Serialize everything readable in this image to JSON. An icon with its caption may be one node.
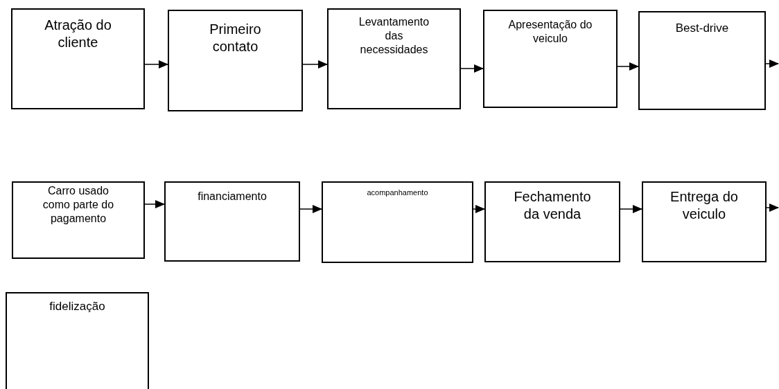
{
  "diagram": {
    "nodes": [
      {
        "text": [
          "Atração do cliente"
        ]
      },
      {
        "text": [
          "Primeiro contato"
        ]
      },
      {
        "text": [
          "Levantamento das necessidades"
        ]
      },
      {
        "text": [
          "Apresentação do veiculo"
        ]
      },
      {
        "text": [
          "Best-drive"
        ]
      },
      {
        "text": [
          "Carro usado como parte do pagamento"
        ]
      },
      {
        "text": [
          "financiamento"
        ]
      },
      {
        "text": [
          "acompanhamento"
        ]
      },
      {
        "text": [
          "Fechamento da venda"
        ]
      },
      {
        "text": [
          "Entrega do veiculo"
        ]
      },
      {
        "text": [
          "fidelização"
        ]
      }
    ],
    "edges": [
      {
        "from": 0,
        "to": 1,
        "arrow": "to"
      },
      {
        "from": 1,
        "to": 2,
        "arrow": "to"
      },
      {
        "from": 2,
        "to": 3,
        "arrow": "to"
      },
      {
        "from": 3,
        "to": 4,
        "arrow": "to"
      },
      {
        "from": 4,
        "to": null,
        "arrow": "to"
      },
      {
        "from": 5,
        "to": 6,
        "arrow": "to"
      },
      {
        "from": 6,
        "to": 7,
        "arrow": "to"
      },
      {
        "from": 7,
        "to": 8,
        "arrow": "to"
      },
      {
        "from": 8,
        "to": 9,
        "arrow": "to"
      },
      {
        "from": 9,
        "to": null,
        "arrow": "to"
      }
    ]
  }
}
